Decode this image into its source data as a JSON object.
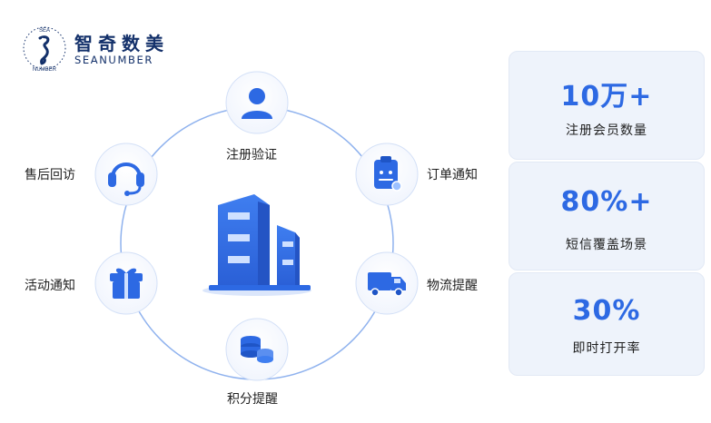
{
  "brand": {
    "name_cn": "智奇数美",
    "name_en": "SEANUMBER",
    "mark_top_text": "SEA",
    "mark_bottom_text": "NUMBER"
  },
  "services": {
    "top": "注册验证",
    "top_right": "订单通知",
    "bottom_right": "物流提醒",
    "bottom": "积分提醒",
    "bottom_left": "活动通知",
    "top_left": "售后回访"
  },
  "stats": [
    {
      "value": "10万+",
      "label": "注册会员数量"
    },
    {
      "value": "80%+",
      "label": "短信覆盖场景"
    },
    {
      "value": "30%",
      "label": "即时打开率"
    }
  ],
  "colors": {
    "accent": "#2d69e3",
    "ring": "#8fb2ee",
    "card_bg": "#eef3fb",
    "brand_dark": "#13306a"
  },
  "icons": {
    "top": "user-icon",
    "top_right": "order-icon",
    "bottom_right": "truck-icon",
    "bottom": "coins-icon",
    "bottom_left": "gift-icon",
    "top_left": "headset-icon",
    "center": "building-icon"
  }
}
